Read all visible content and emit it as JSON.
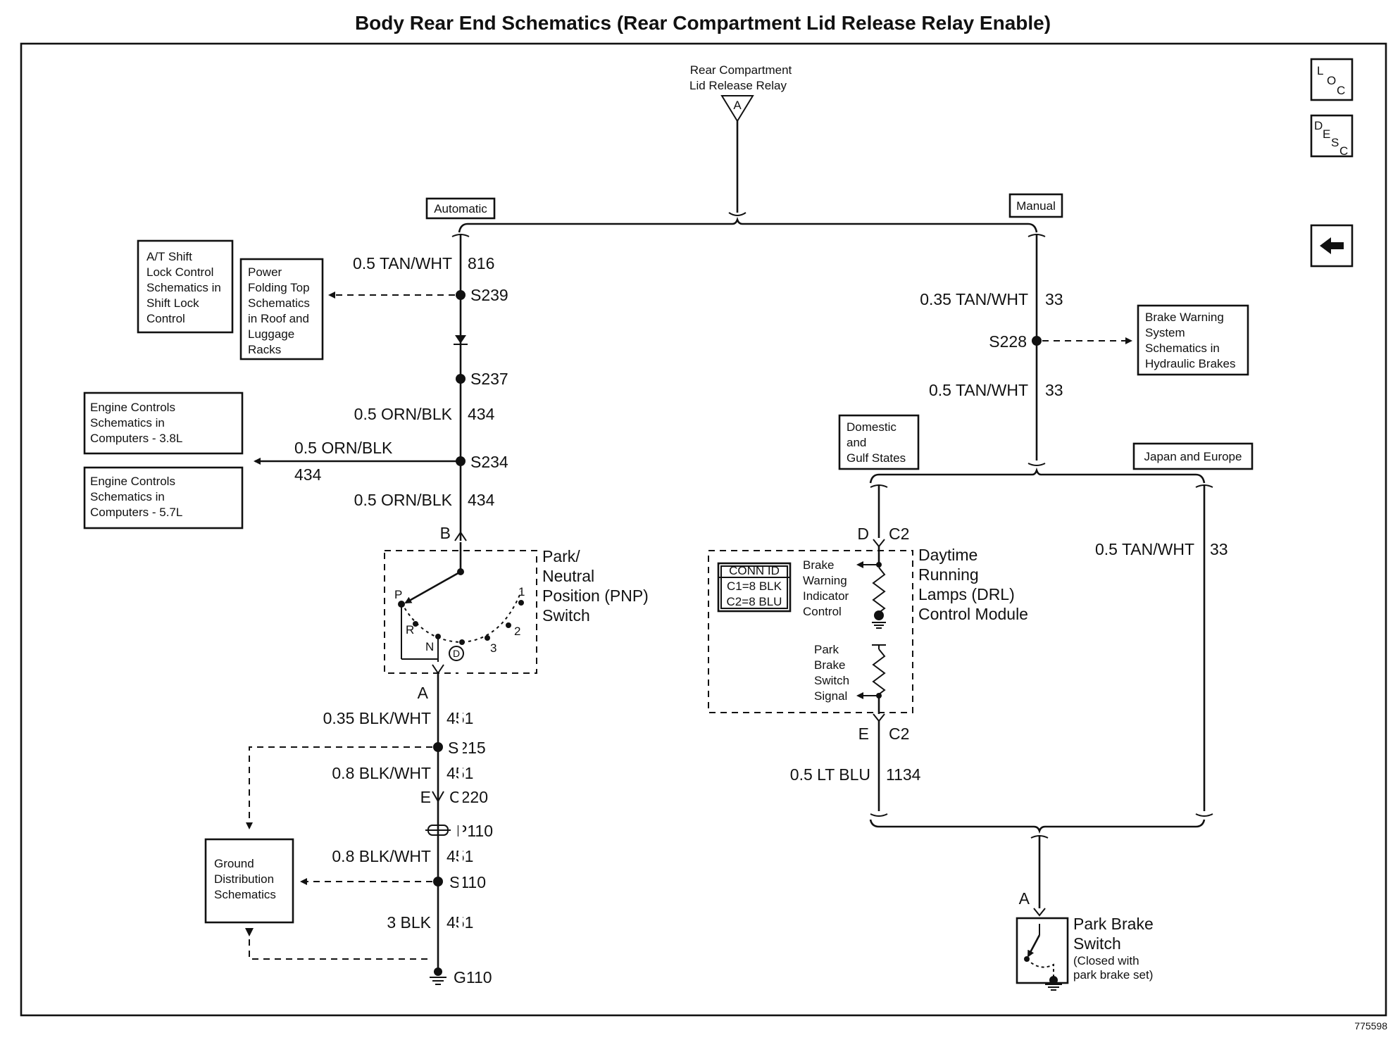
{
  "title": "Body Rear End Schematics (Rear Compartment Lid Release Relay Enable)",
  "relay": {
    "line1": "Rear Compartment",
    "line2": "Lid Release Relay",
    "pin": "A"
  },
  "options": {
    "automatic": "Automatic",
    "manual": "Manual",
    "domestic": [
      "Domestic",
      "and",
      "Gulf States"
    ],
    "japan": "Japan and Europe"
  },
  "nav": {
    "loc": [
      "L",
      "O",
      "C"
    ],
    "desc": [
      "D",
      "E",
      "S",
      "C"
    ],
    "back_icon": "arrow-left-icon"
  },
  "refs": {
    "shift_lock": [
      "A/T Shift",
      "Lock Control",
      "Schematics in",
      "Shift Lock",
      "Control"
    ],
    "power_top": [
      "Power",
      "Folding Top",
      "Schematics",
      "in Roof and",
      "Luggage",
      "Racks"
    ],
    "eng38": [
      "Engine Controls",
      "Schematics in",
      "Computers - 3.8L"
    ],
    "eng57": [
      "Engine Controls",
      "Schematics in",
      "Computers - 5.7L"
    ],
    "brake_warn": [
      "Brake Warning",
      "System",
      "Schematics in",
      "Hydraulic Brakes"
    ],
    "ground": [
      "Ground",
      "Distribution",
      "Schematics"
    ]
  },
  "left": {
    "w816": {
      "wire": "0.5 TAN/WHT",
      "circuit": "816"
    },
    "s239": "S239",
    "s237": "S237",
    "w434a": {
      "wire": "0.5 ORN/BLK",
      "circuit": "434"
    },
    "w434b": {
      "wire": "0.5 ORN/BLK",
      "circuit": "434"
    },
    "w434c": {
      "wire": "0.5 ORN/BLK",
      "circuit": "434"
    },
    "s234": "S234",
    "pinB": "B",
    "pnp": {
      "title": [
        "Park/",
        "Neutral",
        "Position (PNP)",
        "Switch"
      ],
      "pos": [
        "P",
        "R",
        "N",
        "D",
        "3",
        "2",
        "1"
      ]
    },
    "pinA": "A",
    "w451a": {
      "wire": "0.35 BLK/WHT",
      "circuit": "451"
    },
    "s215": "S215",
    "w451b": {
      "wire": "0.8 BLK/WHT",
      "circuit": "451"
    },
    "c220": {
      "pin": "E",
      "conn": "C220"
    },
    "p110": "P110",
    "w451c": {
      "wire": "0.8 BLK/WHT",
      "circuit": "451"
    },
    "s110": "S110",
    "w451d": {
      "wire": "3 BLK",
      "circuit": "451"
    },
    "g110": "G110"
  },
  "right": {
    "w33a": {
      "wire": "0.35 TAN/WHT",
      "circuit": "33"
    },
    "s228": "S228",
    "w33b": {
      "wire": "0.5 TAN/WHT",
      "circuit": "33"
    },
    "w33c": {
      "wire": "0.5 TAN/WHT",
      "circuit": "33"
    },
    "c2top": {
      "pin": "D",
      "conn": "C2"
    },
    "drl": {
      "title": [
        "Daytime",
        "Running",
        "Lamps (DRL)",
        "Control Module"
      ],
      "conn_id": [
        "CONN ID",
        "C1=8 BLK",
        "C2=8 BLU"
      ],
      "brake_ind": [
        "Brake",
        "Warning",
        "Indicator",
        "Control"
      ],
      "park_sig": [
        "Park",
        "Brake",
        "Switch",
        "Signal"
      ]
    },
    "c2bot": {
      "pin": "E",
      "conn": "C2"
    },
    "w1134": {
      "wire": "0.5 LT BLU",
      "circuit": "1134"
    },
    "park_pin": "A",
    "park_switch": {
      "title": [
        "Park Brake",
        "Switch"
      ],
      "note": [
        "(Closed with",
        "park brake set)"
      ]
    }
  },
  "figure_id": "775598"
}
